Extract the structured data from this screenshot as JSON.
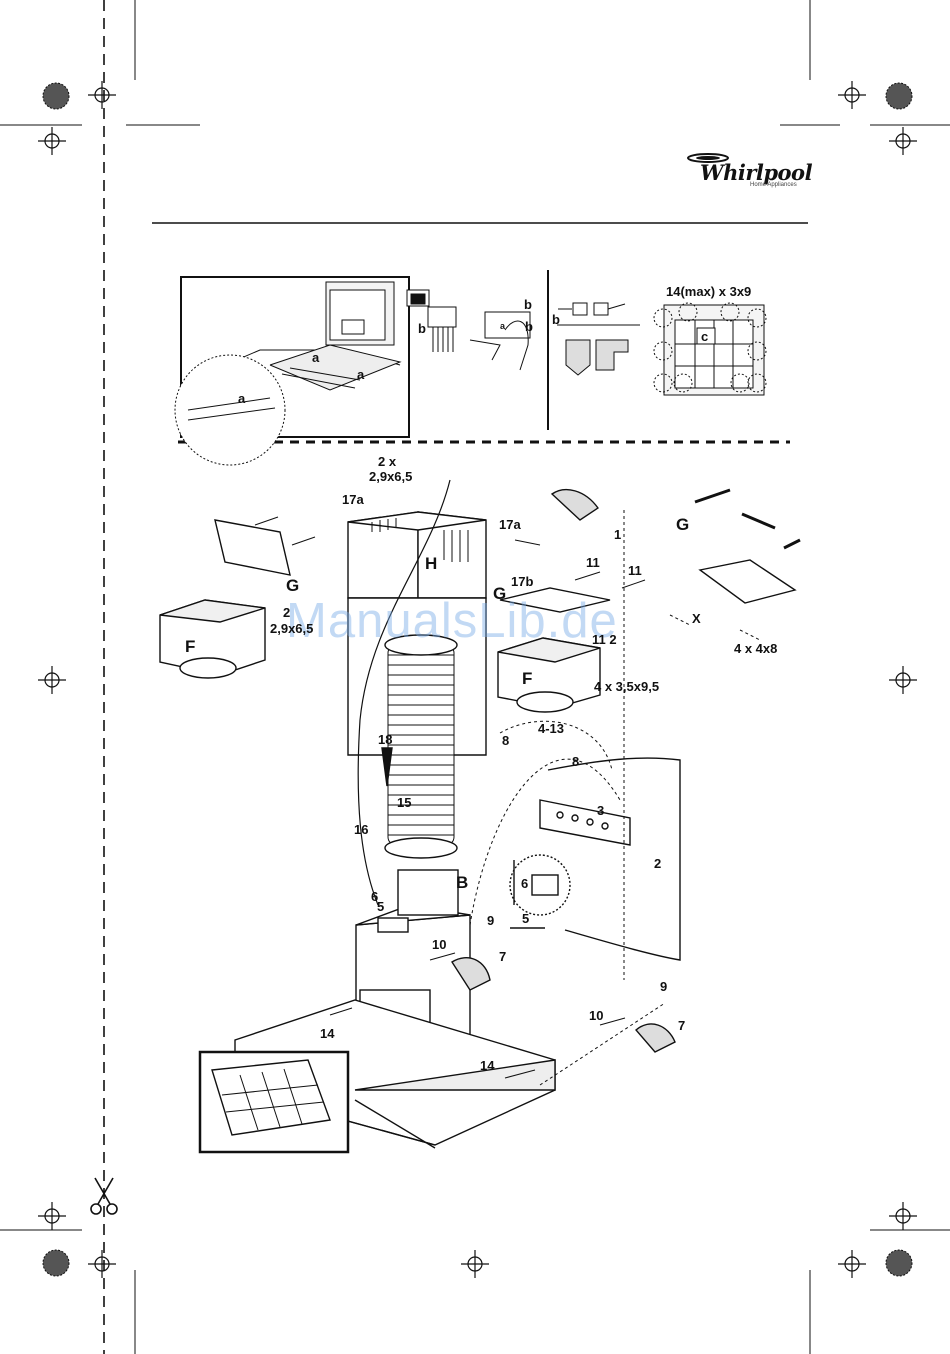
{
  "brand": {
    "logo_text": "Whirlpool",
    "logo_subtext": "Home Appliances"
  },
  "watermark": "ManualsLib.de",
  "top_panels": {
    "panel1_labels": [
      "a",
      "a",
      "a"
    ],
    "panel2_labels": [
      "b",
      "b",
      "b",
      "a"
    ],
    "panel3_labels": [
      "b"
    ],
    "panel4_title": "14(max) x 3x9",
    "panel4_label": "c"
  },
  "main_labels": {
    "screw_top_qty": "2 x",
    "screw_top_size": "2,9x6,5",
    "l17a_left": "17a",
    "l17a_right": "17a",
    "l17b": "17b",
    "l1": "1",
    "lG_left": "G",
    "lG_mid": "G",
    "lG_right": "G",
    "lH": "H",
    "lF_left": "F",
    "lF_mid": "F",
    "lB": "B",
    "l2_left": "2",
    "l2_left_size": "2,9x6,5",
    "l11_a": "11",
    "l11_b": "11",
    "l11_2": "11 2",
    "l4x35": "4 x 3,5x9,5",
    "l4x4x8": "4 x 4x8",
    "lX": "X",
    "l413": "4-13",
    "l8a": "8",
    "l8b": "8",
    "l18": "18",
    "l15": "15",
    "l16": "16",
    "l3": "3",
    "l2": "2",
    "l6a": "6",
    "l5a": "5",
    "l6b": "6",
    "l5b": "5",
    "l9a": "9",
    "l9b": "9",
    "l10a": "10",
    "l10b": "10",
    "l7a": "7",
    "l7b": "7",
    "l14a": "14",
    "l14b": "14"
  }
}
